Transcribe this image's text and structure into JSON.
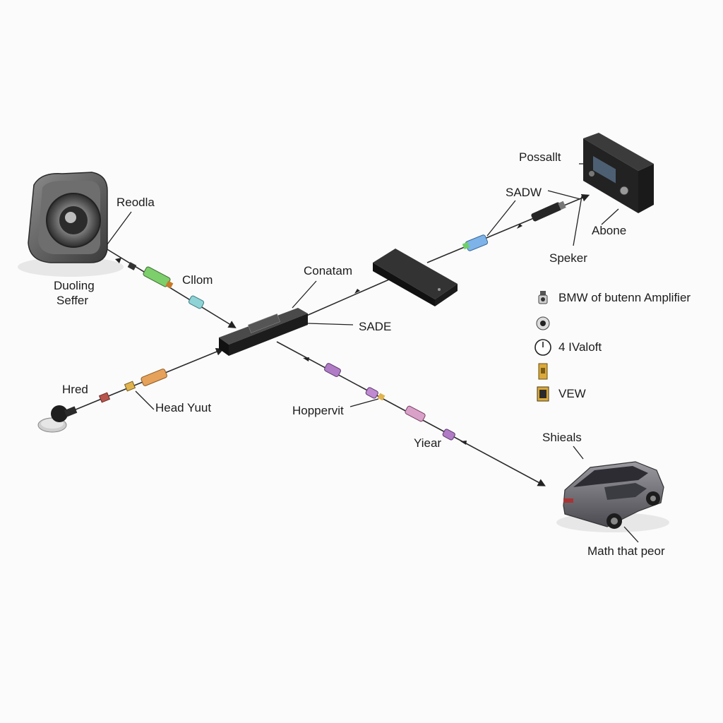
{
  "labels": {
    "reodla": "Reodla",
    "duoling_seffer_line1": "Duoling",
    "duoling_seffer_line2": "Seffer",
    "cllom": "Cllom",
    "conatam": "Conatam",
    "sade": "SADE",
    "hred": "Hred",
    "head_yuut": "Head Yuut",
    "hoppervit": "Hoppervit",
    "yiear": "Yiear",
    "possallt": "Possallt",
    "sadw": "SADW",
    "abone": "Abone",
    "speker": "Speker",
    "shieals": "Shieals",
    "math_that_peor": "Math that peor"
  },
  "legend": [
    {
      "icon": "speaker-connector-icon",
      "text": "BMW of butenn Amplifier"
    },
    {
      "icon": "plug-icon",
      "text": ""
    },
    {
      "icon": "clock-icon",
      "text": "4 IValoft"
    },
    {
      "icon": "fuse-icon",
      "text": ""
    },
    {
      "icon": "fuse-box-icon",
      "text": "VEW"
    }
  ],
  "colors": {
    "wire": "#2a2a2a",
    "device_dark": "#1f1f22",
    "connector_green": "#7ccf6a",
    "connector_blue": "#7db3e8",
    "connector_orange": "#e6a15a",
    "connector_purple": "#b07cc6",
    "car_body": "#6b6b70"
  }
}
